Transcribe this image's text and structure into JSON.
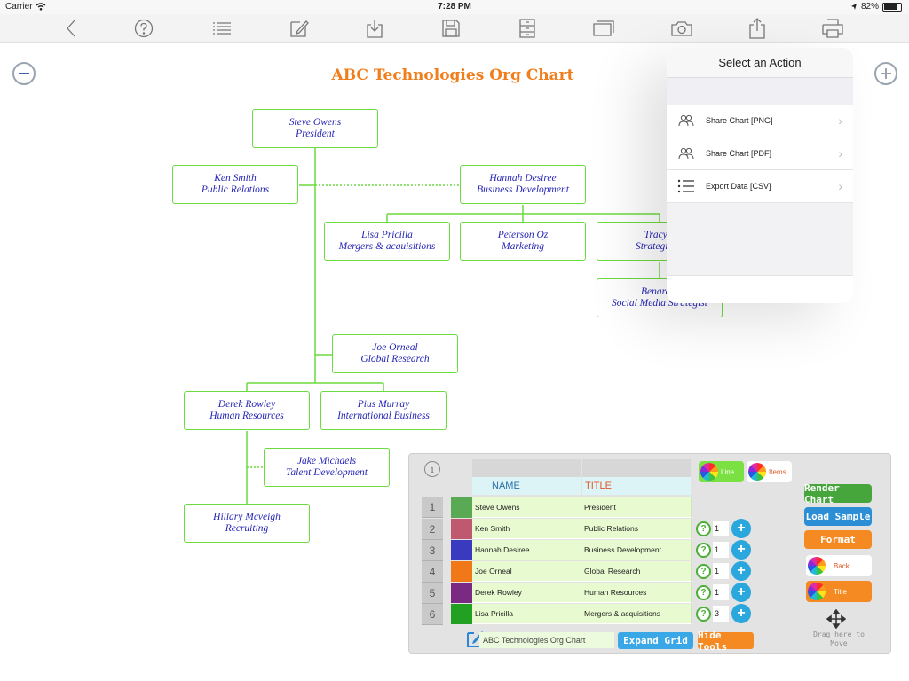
{
  "status": {
    "carrier": "Carrier",
    "time": "7:28 PM",
    "battery": "82%",
    "battery_level": 0.82
  },
  "toolbar": {
    "icons": [
      "back-icon",
      "help-icon",
      "list-icon",
      "edit-icon",
      "download-icon",
      "save-icon",
      "file-cabinet-icon",
      "window-icon",
      "camera-icon",
      "share-icon",
      "print-icon"
    ]
  },
  "chart": {
    "title": "ABC Technologies Org Chart",
    "nodes": [
      {
        "name": "Steve Owens",
        "title": "President"
      },
      {
        "name": "Ken Smith",
        "title": "Public Relations"
      },
      {
        "name": "Hannah Desiree",
        "title": "Business Development"
      },
      {
        "name": "Lisa Pricilla",
        "title": "Mergers & acquisitions"
      },
      {
        "name": "Peterson Oz",
        "title": "Marketing"
      },
      {
        "name": "Tracy S",
        "title": "Strategic In"
      },
      {
        "name": "Benard S",
        "title": "Social Media Strategist"
      },
      {
        "name": "Joe Orneal",
        "title": "Global Research"
      },
      {
        "name": "Derek Rowley",
        "title": "Human Resources"
      },
      {
        "name": "Pius Murray",
        "title": "International Business"
      },
      {
        "name": "Jake Michaels",
        "title": "Talent Development"
      },
      {
        "name": "Hillary Mcveigh",
        "title": "Recruiting"
      }
    ],
    "line_color": "#6bdb3d",
    "text_color": "#2525b5",
    "title_color": "#f07e1c"
  },
  "popover": {
    "title": "Select an Action",
    "items": [
      {
        "label": "Share Chart [PNG]",
        "icon": "people-icon"
      },
      {
        "label": "Share Chart [PDF]",
        "icon": "people-icon"
      },
      {
        "label": "Export Data [CSV]",
        "icon": "list-icon"
      }
    ]
  },
  "panel": {
    "columns": {
      "name": "NAME",
      "title": "TITLE"
    },
    "rows": [
      {
        "num": "1",
        "color": "#5aaa55",
        "name": "Steve Owens",
        "title": "President",
        "count": ""
      },
      {
        "num": "2",
        "color": "#c05870",
        "name": "Ken Smith",
        "title": "Public Relations",
        "count": "1"
      },
      {
        "num": "3",
        "color": "#3a3ac0",
        "name": "Hannah Desiree",
        "title": "Business Development",
        "count": "1"
      },
      {
        "num": "4",
        "color": "#f07818",
        "name": "Joe Orneal",
        "title": "Global Research",
        "count": "1"
      },
      {
        "num": "5",
        "color": "#7a2a82",
        "name": "Derek Rowley",
        "title": "Human Resources",
        "count": "1"
      },
      {
        "num": "6",
        "color": "#22a022",
        "name": "Lisa Pricilla",
        "title": "Mergers & acquisitions",
        "count": "3"
      }
    ],
    "line_button": "Line",
    "items_button": "Items",
    "back_button": "Back",
    "title_button": "Title",
    "render_button": "Render Chart",
    "load_button": "Load Sample",
    "format_button": "Format",
    "drag_label": "Drag here to Move",
    "title_input": "ABC Technologies Org Chart",
    "expand_button": "Expand Grid",
    "hide_button": "Hide Tools",
    "info_symbol": "i"
  }
}
